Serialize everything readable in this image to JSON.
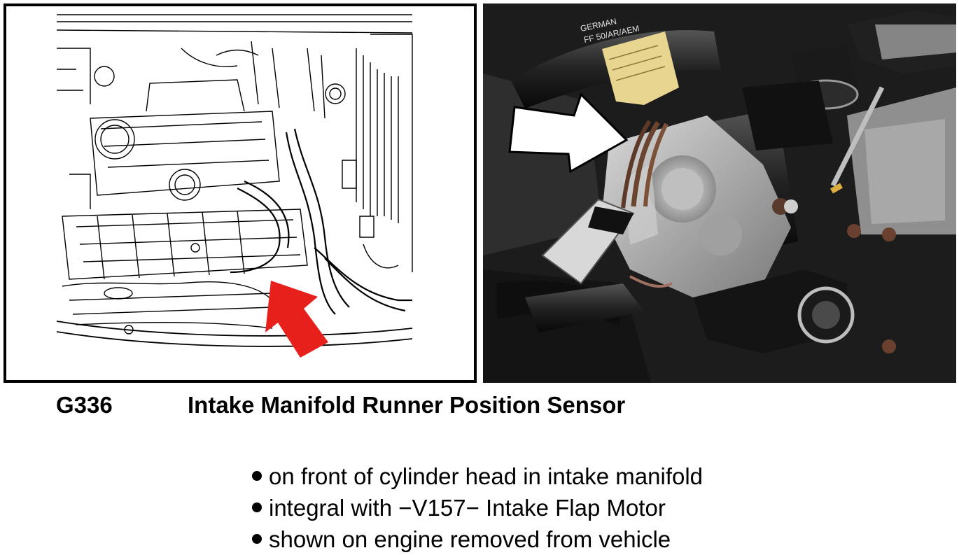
{
  "caption": {
    "code": "G336",
    "title": "Intake Manifold Runner Position Sensor"
  },
  "bullets": [
    "on front of cylinder head in intake manifold",
    "integral with −V157− Intake Flap Motor",
    "shown on engine removed from vehicle"
  ],
  "photo_label": {
    "line1": "GERMAN",
    "line2": "FF  50/AR/AEM"
  },
  "colors": {
    "drawing_arrow": "#e8201c",
    "photo_arrow": "#ffffff",
    "photo_background": "#1c1c1c"
  }
}
